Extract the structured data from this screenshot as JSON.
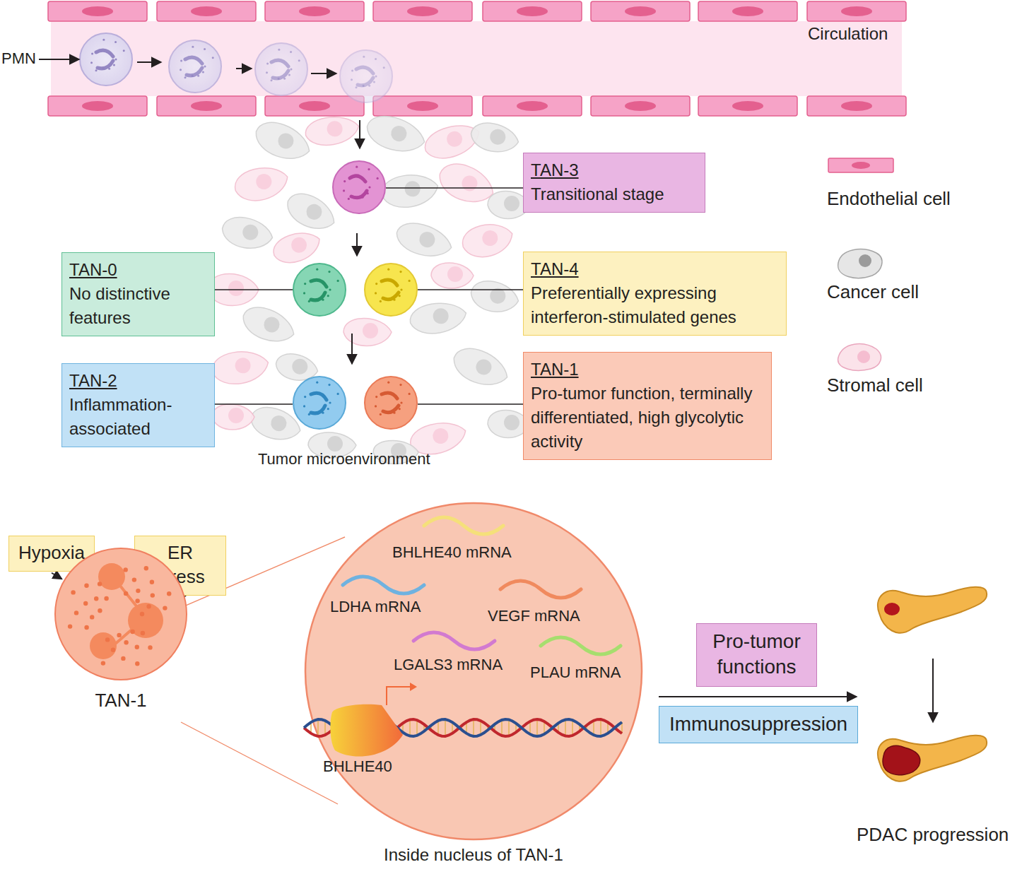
{
  "diagram": {
    "nodes": [
      {
        "text": [
          "TAN-3",
          "Transitional stage"
        ]
      },
      {
        "text": [
          "TAN-0",
          "No distinctive features"
        ]
      },
      {
        "text": [
          "TAN-4",
          "Preferentially expressing interferon-stimulated genes"
        ]
      },
      {
        "text": [
          "TAN-2",
          "Inflammation-associated"
        ]
      },
      {
        "text": [
          "TAN-1",
          "Pro-tumor function, terminally differentiated, high glycolytic activity"
        ]
      },
      {
        "text": [
          "Hypoxia"
        ]
      },
      {
        "text": [
          "ER stress"
        ]
      },
      {
        "text": [
          "TAN-1"
        ]
      },
      {
        "text": [
          "Inside nucleus of TAN-1"
        ]
      },
      {
        "text": [
          "Pro-tumor functions"
        ]
      },
      {
        "text": [
          "Immunosuppression"
        ]
      }
    ],
    "edges": [
      {
        "from": 5,
        "to": 7,
        "arrow": "to"
      },
      {
        "from": 6,
        "to": 7,
        "arrow": "to"
      }
    ],
    "labels": [
      "PMN",
      "Circulation",
      "Tumor microenvironment",
      "BHLHE40 mRNA",
      "LDHA mRNA",
      "VEGF mRNA",
      "LGALS3 mRNA",
      "PLAU mRNA",
      "BHLHE40",
      "PDAC progression"
    ],
    "legend": [
      {
        "text": "Endothelial cell"
      },
      {
        "text": "Cancer cell"
      },
      {
        "text": "Stromal cell"
      }
    ]
  }
}
